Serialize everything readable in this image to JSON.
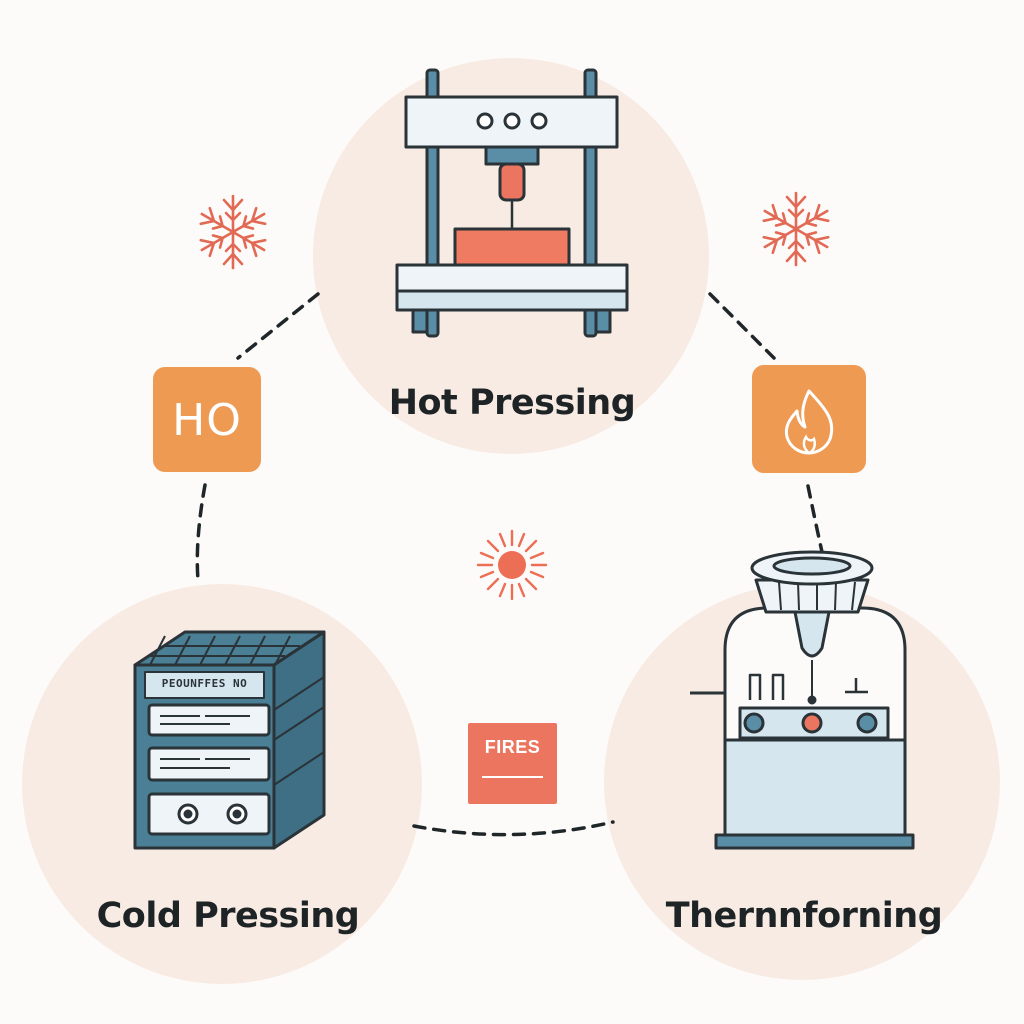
{
  "nodes": {
    "top": {
      "label": "Hot Pressing"
    },
    "left": {
      "label": "Cold Pressing",
      "device_plate": "PEOUNFFES NO"
    },
    "right": {
      "label": "Thernnforning"
    }
  },
  "badges": {
    "left": {
      "text": "HO",
      "icon": "ho-text-badge"
    },
    "right": {
      "icon": "flame-icon"
    },
    "fires": {
      "text": "FIRES"
    }
  },
  "colors": {
    "circle_bg": "#f8ebe3",
    "orange_badge": "#ee9a52",
    "red_accent": "#ec7560",
    "steel_blue": "#4b7f96",
    "light_blue": "#d6e6ee",
    "dark_outline": "#2a3338"
  }
}
